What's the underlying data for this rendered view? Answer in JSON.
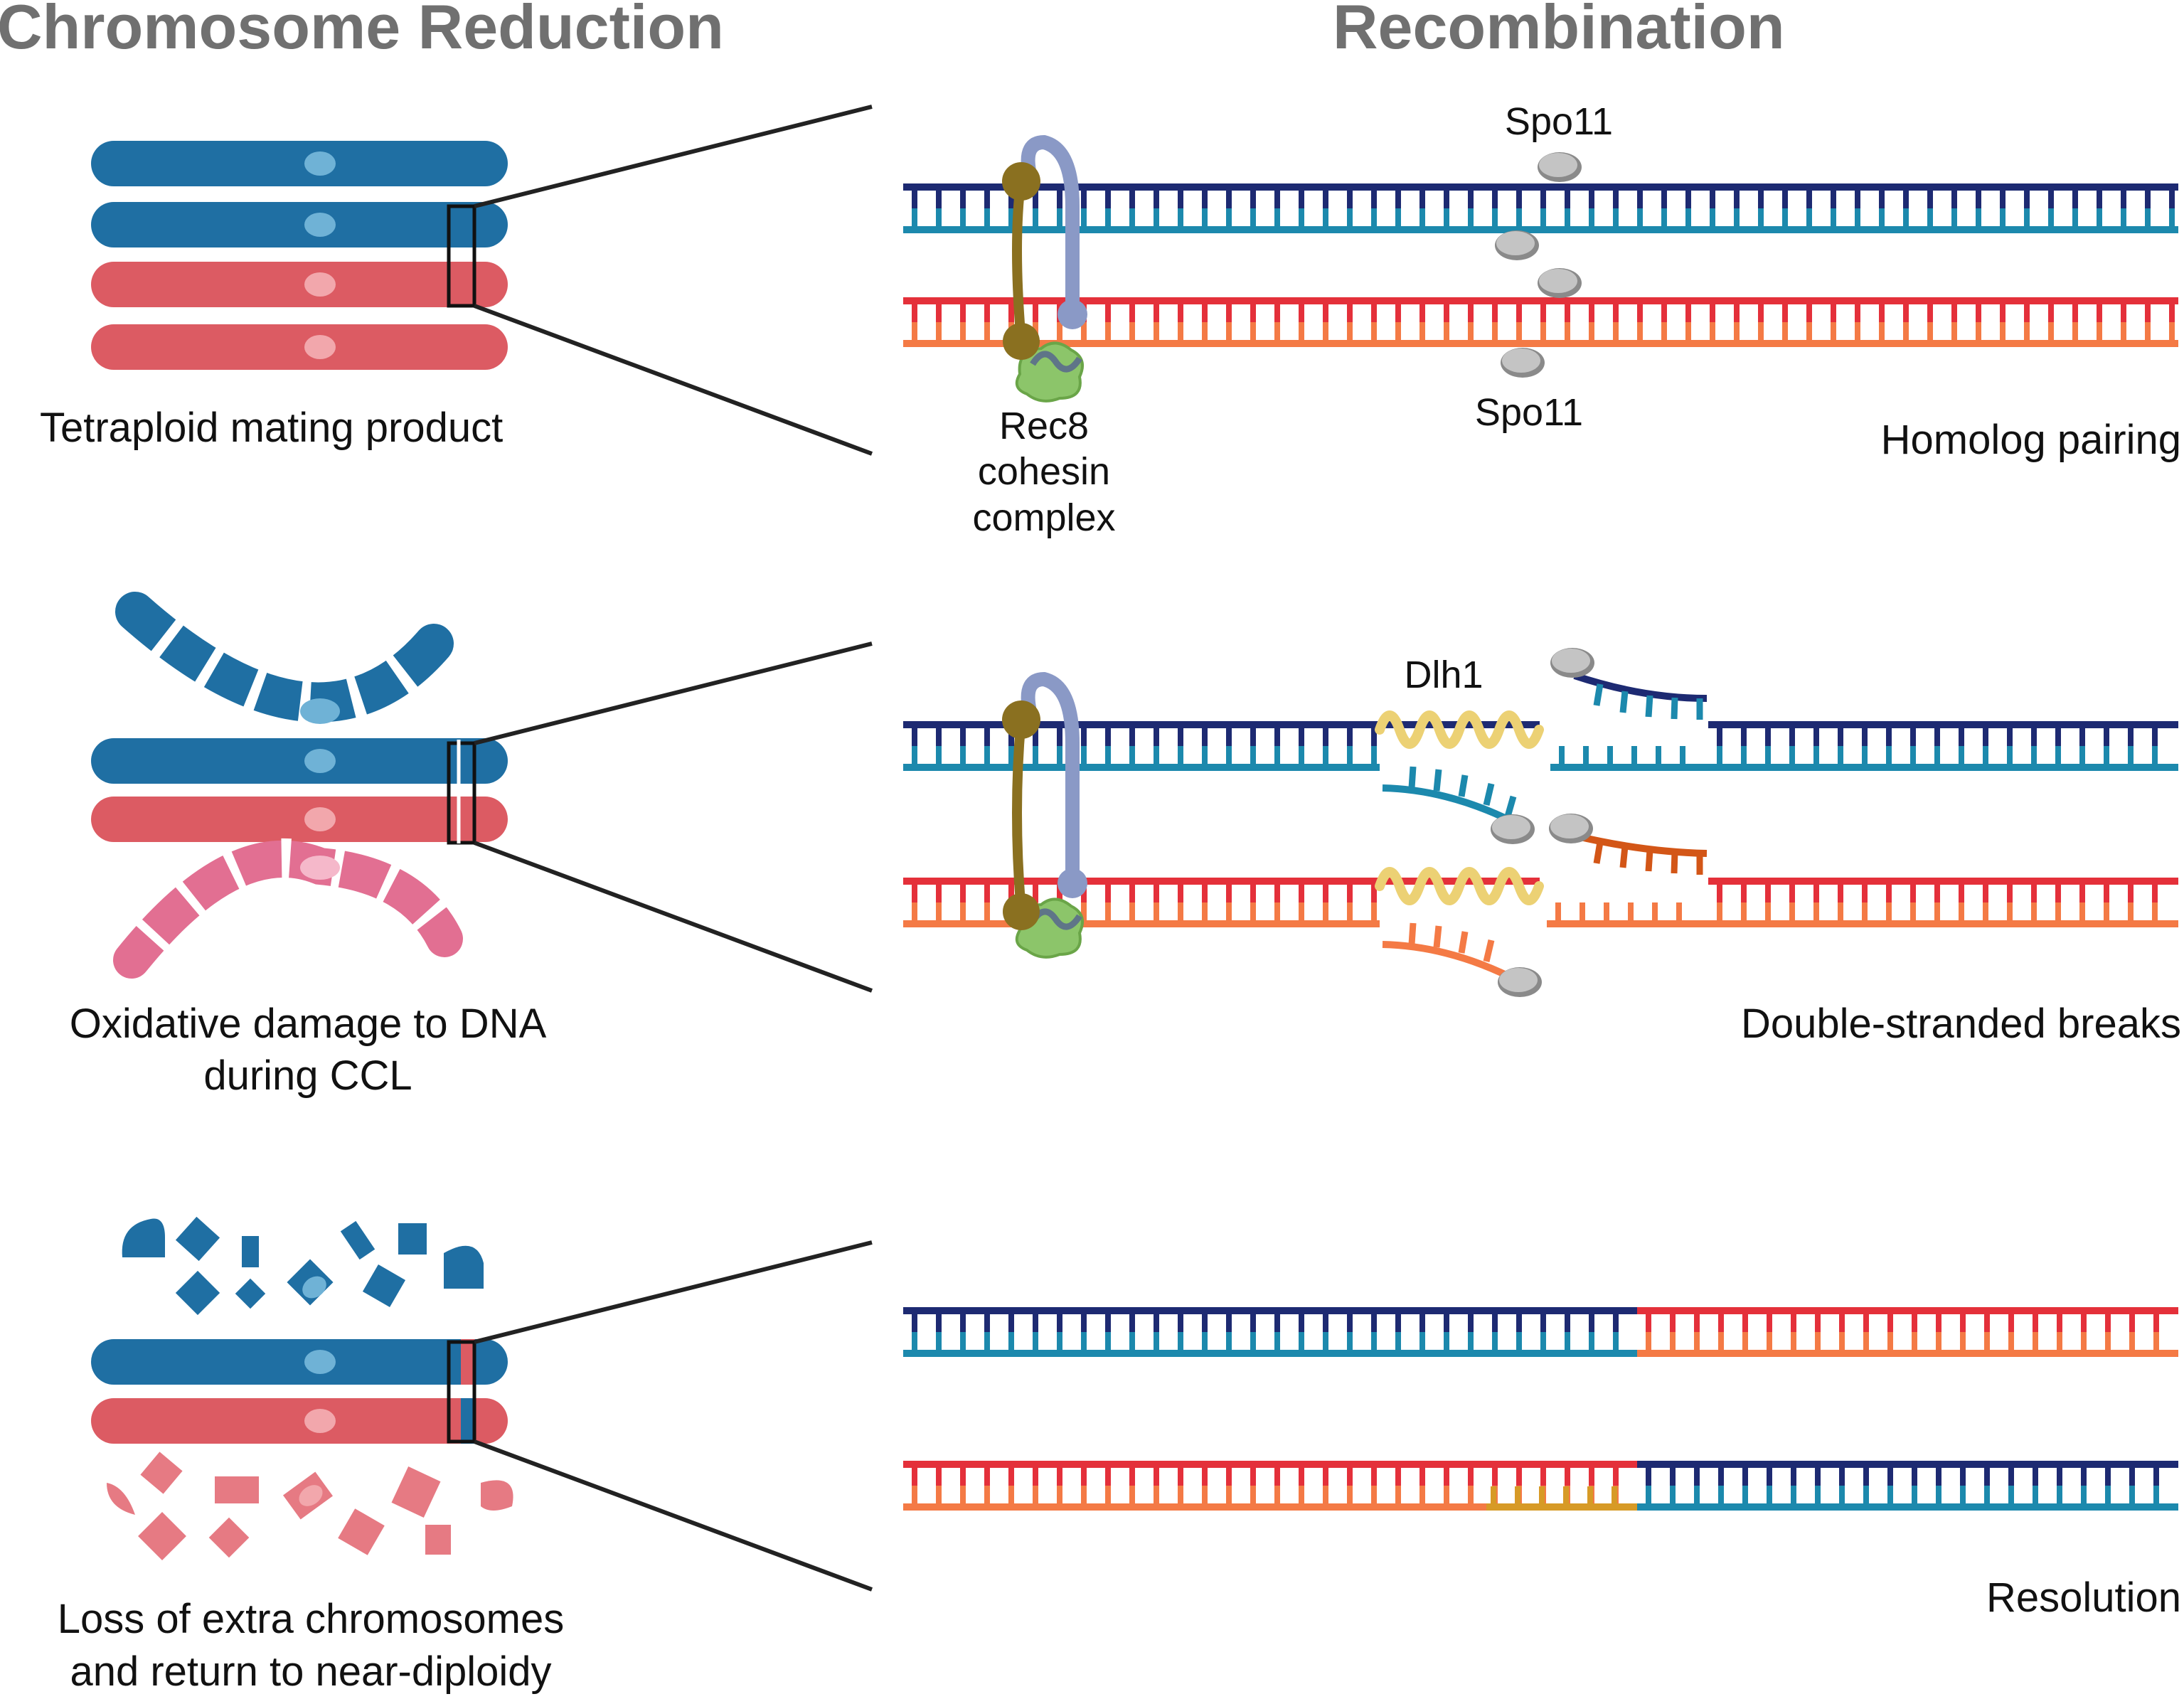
{
  "headers": {
    "left": "Chromosome Reduction",
    "right": "Recombination"
  },
  "captions": {
    "row1_left": "Tetraploid mating product",
    "row2_left_line1": "Oxidative damage to DNA",
    "row2_left_line2": "during CCL",
    "row3_left_line1": "Loss of extra chromosomes",
    "row3_left_line2": "and return to near-diploidy",
    "row1_right": "Homolog pairing",
    "row2_right": "Double-stranded breaks",
    "row3_right": "Resolution"
  },
  "labels": {
    "spo11_top": "Spo11",
    "spo11_bottom": "Spo11",
    "rec8_line1": "Rec8",
    "rec8_line2": "cohesin",
    "rec8_line3": "complex",
    "dlh1": "Dlh1"
  },
  "colors": {
    "header_gray": "#707070",
    "chromosome_blue": "#1f6fa3",
    "chromosome_blue_light": "#3d8bbd",
    "chromosome_red": "#dc5b63",
    "chromosome_red_light": "#e98089",
    "chromosome_pink": "#e26f92",
    "dna_navy": "#1d2a72",
    "dna_teal": "#1c89ad",
    "dna_red": "#e4303a",
    "dna_orange": "#f47a45",
    "cohesin_olive": "#8a7020",
    "cohesin_lavender": "#8a99c6",
    "cohesin_green": "#8cc56a",
    "dlh1_yellow": "#ecd174",
    "spo11_gray": "#b8b8b8",
    "crossover_gold": "#d79a26"
  }
}
